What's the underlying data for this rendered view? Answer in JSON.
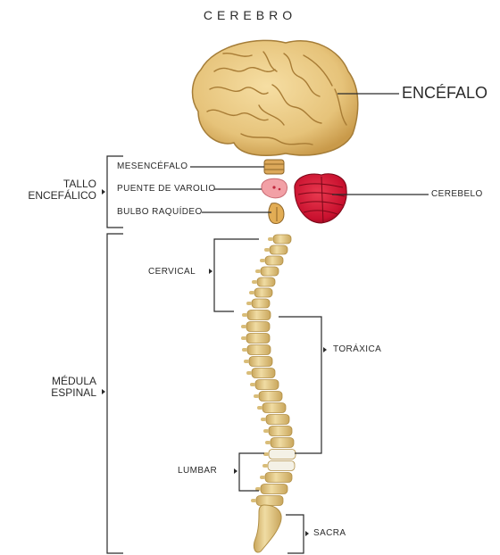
{
  "title": "CEREBRO",
  "labels": {
    "encefalo": "ENCÉFALO",
    "tallo_line1": "TALLO",
    "tallo_line2": "ENCEFÁLICO",
    "mesencefalo": "MESENCÉFALO",
    "puente": "PUENTE DE VAROLIO",
    "bulbo": "BULBO RAQUÍDEO",
    "cerebelo": "CEREBELO",
    "cervical": "CERVICAL",
    "toraxica": "TORÁXICA",
    "medula_line1": "MÉDULA",
    "medula_line2": "ESPINAL",
    "lumbar": "LUMBAR",
    "sacra": "SACRA"
  },
  "colors": {
    "line": "#2a2a2a",
    "bone": "#e8cf8e",
    "bone_dark": "#b99a52",
    "cerebelo": "#c8102e",
    "pons": "#f2a0a6"
  }
}
